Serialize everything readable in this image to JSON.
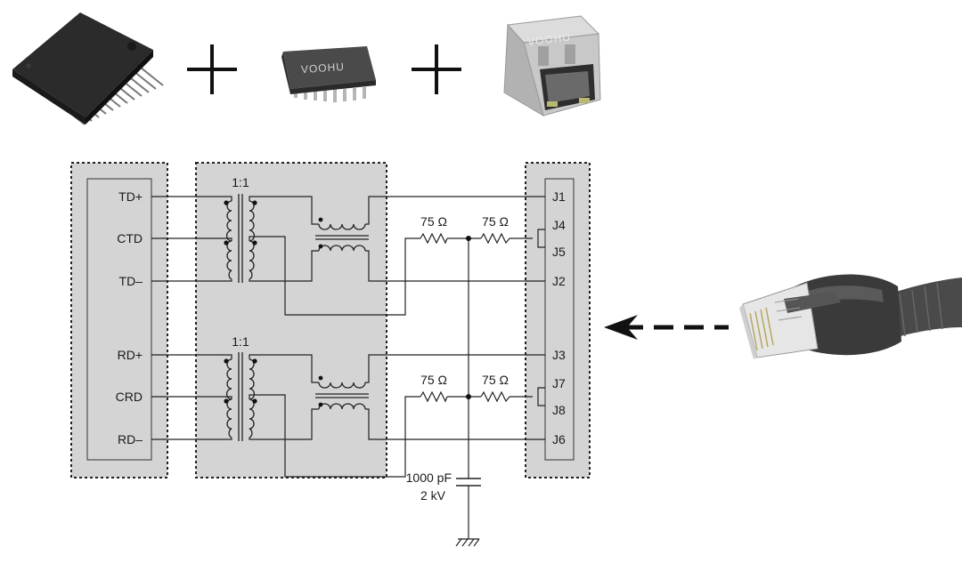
{
  "components": {
    "operator_1": "+",
    "operator_2": "+",
    "magnetics_brand": "VOOHU",
    "jack_brand": "VOOHU"
  },
  "controller_pins": [
    "TD+",
    "CTD",
    "TD–",
    "RD+",
    "CRD",
    "RD–"
  ],
  "transformers": {
    "tx_ratio": "1:1",
    "rx_ratio": "1:1"
  },
  "resistors": {
    "tx_left": "75 Ω",
    "tx_right": "75 Ω",
    "rx_left": "75 Ω",
    "rx_right": "75 Ω"
  },
  "capacitor": {
    "value": "1000 pF",
    "rating": "2 kV"
  },
  "connector_pins": [
    "J1",
    "J4",
    "J5",
    "J2",
    "J3",
    "J7",
    "J8",
    "J6"
  ],
  "colors": {
    "box_fill": "#d4d4d4",
    "line": "#222222",
    "dark_chip": "#2a2a2a"
  }
}
